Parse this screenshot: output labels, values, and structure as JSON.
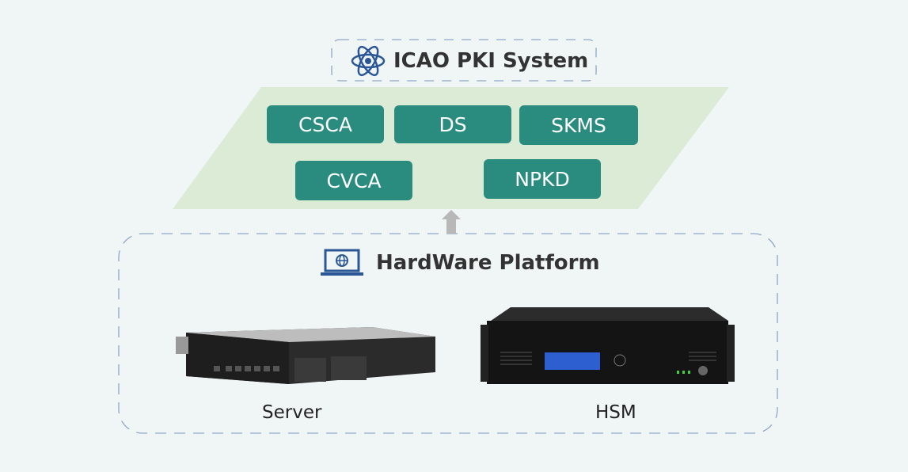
{
  "system": {
    "title": "ICAO PKI System",
    "modules": [
      "CSCA",
      "DS",
      "SKMS",
      "CVCA",
      "NPKD"
    ]
  },
  "hardware": {
    "title": "HardWare Platform",
    "devices": [
      "Server",
      "HSM"
    ]
  },
  "colors": {
    "module": "#2a8c7f",
    "plane": "#dcebd6",
    "icon": "#2b5797",
    "dash": "#8fa6c8"
  }
}
